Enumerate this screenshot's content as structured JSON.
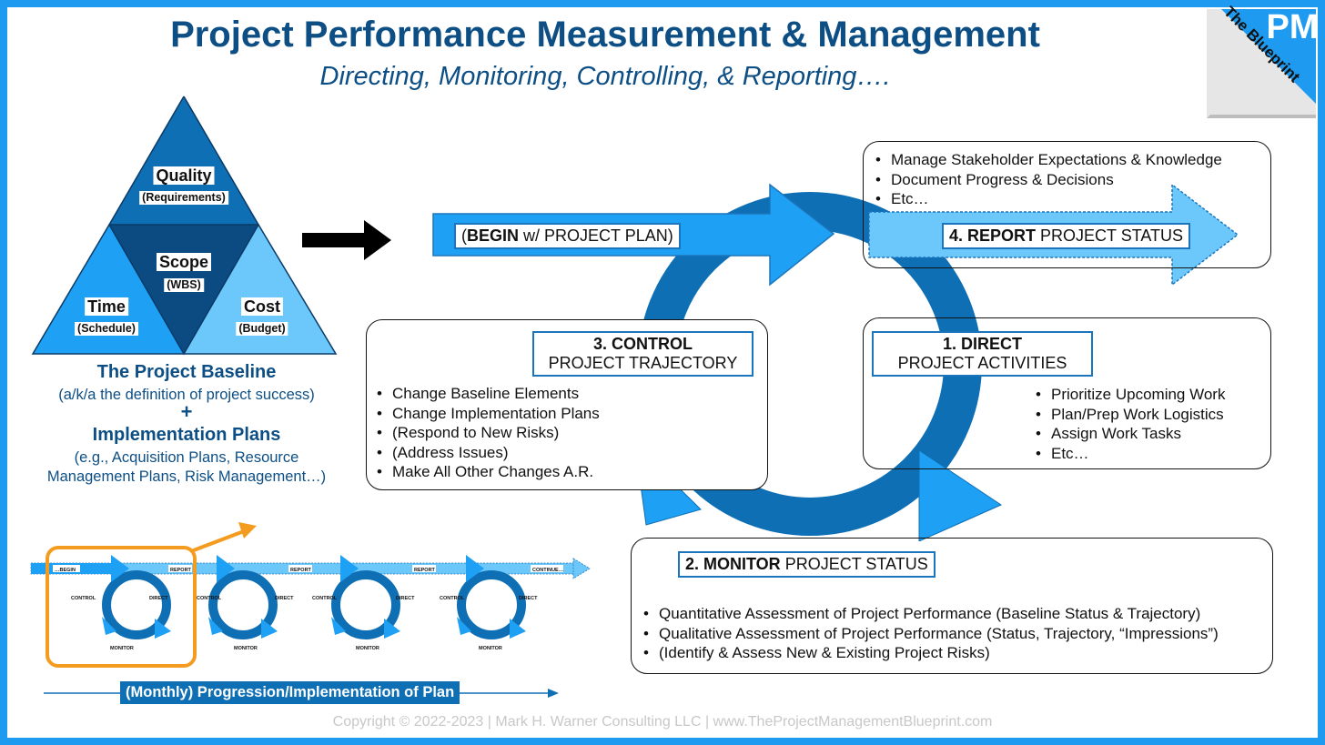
{
  "header": {
    "title": "Project Performance Measurement & Management",
    "subtitle": "Directing, Monitoring, Controlling, & Reporting…."
  },
  "logo": {
    "text_pm": "PM",
    "text_blueprint": "The Blueprint"
  },
  "triangle": {
    "quality": "Quality",
    "quality_sub": "(Requirements)",
    "scope": "Scope",
    "scope_sub": "(WBS)",
    "time": "Time",
    "time_sub": "(Schedule)",
    "cost": "Cost",
    "cost_sub": "(Budget)"
  },
  "baseline": {
    "heading": "The Project Baseline",
    "sub": "(a/k/a the definition of project success)",
    "plus": "+",
    "heading2": "Implementation Plans",
    "sub2_line1": "(e.g., Acquisition Plans, Resource",
    "sub2_line2": "Management Plans, Risk Management…)"
  },
  "begin_arrow": {
    "bold": "BEGIN",
    "rest": " w/ PROJECT PLAN)",
    "open": "("
  },
  "report": {
    "label_num": "4. REPORT",
    "label_rest": " PROJECT STATUS",
    "items": [
      "Manage Stakeholder Expectations & Knowledge",
      "Document Progress & Decisions",
      "Etc…"
    ]
  },
  "control": {
    "label_line1": "3. CONTROL",
    "label_line2": "PROJECT TRAJECTORY",
    "items": [
      "Change Baseline Elements",
      "Change Implementation Plans",
      "(Respond to New Risks)",
      "(Address Issues)",
      "Make All Other Changes A.R."
    ]
  },
  "direct": {
    "label_line1": "1. DIRECT",
    "label_line2": "PROJECT ACTIVITIES",
    "items": [
      "Prioritize Upcoming Work",
      "Plan/Prep Work Logistics",
      "Assign Work Tasks",
      "Etc…"
    ]
  },
  "monitor": {
    "label_num": "2. MONITOR",
    "label_rest": " PROJECT STATUS",
    "items": [
      "Quantitative Assessment of Project Performance (Baseline Status & Trajectory)",
      "Qualitative Assessment of Project Performance (Status, Trajectory, “Impressions”)",
      "(Identify & Assess New & Existing Project Risks)"
    ]
  },
  "mini": {
    "begin": "…BEGIN",
    "report": "REPORT",
    "continue": "CONTINUE…",
    "control": "CONTROL",
    "direct": "DIRECT",
    "monitor": "MONITOR"
  },
  "progression": {
    "label": "(Monthly) Progression/Implementation of Plan"
  },
  "footer": {
    "copyright": "Copyright © 2022-2023 | Mark H. Warner Consulting LLC | www.TheProjectManagementBlueprint.com"
  },
  "colors": {
    "border": "#1e9bf0",
    "navy": "#0d4f85",
    "dark_blue": "#0f6fb5",
    "light_blue": "#1ea0f5",
    "pale_blue": "#6cc8fb",
    "orange": "#f39c1f"
  }
}
